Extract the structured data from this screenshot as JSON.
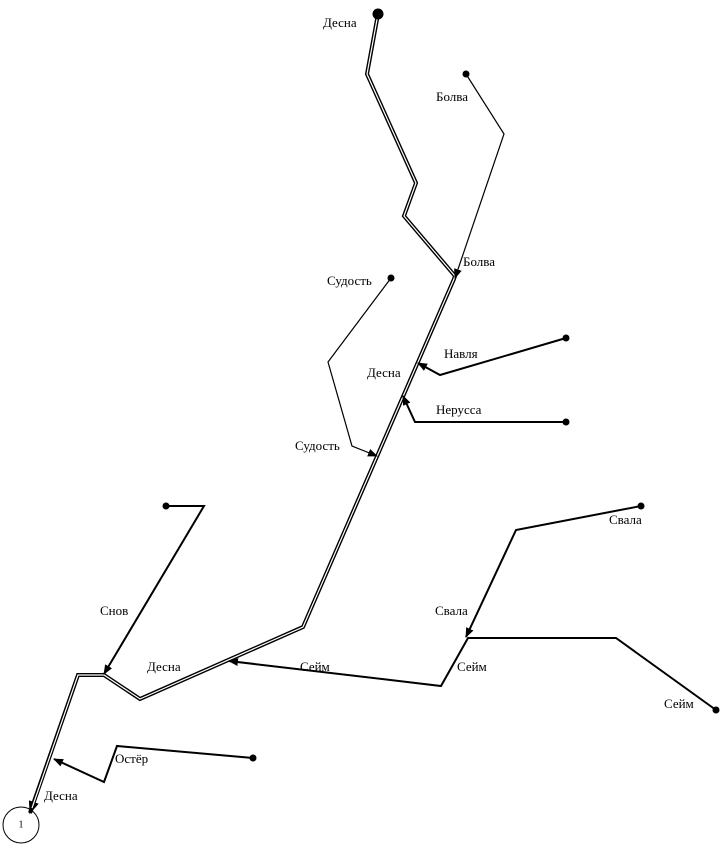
{
  "diagram": {
    "outlet_number": "1",
    "rivers": {
      "desna": "Десна",
      "bolva": "Болва",
      "sudost": "Судость",
      "navlya": "Навля",
      "nerussa": "Нерусса",
      "snov": "Снов",
      "seym": "Сейм",
      "svala": "Свала",
      "oster": "Остёр"
    }
  }
}
